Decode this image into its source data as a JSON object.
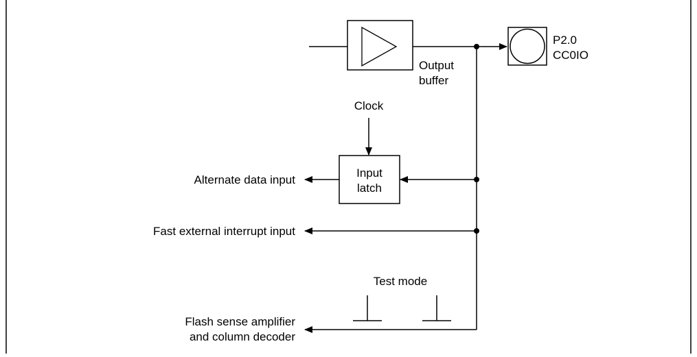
{
  "pin": {
    "line1": "P2.0",
    "line2": "CC0IO"
  },
  "output_buffer": {
    "line1": "Output",
    "line2": "buffer"
  },
  "clock": "Clock",
  "input_latch": {
    "line1": "Input",
    "line2": "latch"
  },
  "signals": {
    "alternate_data_input": "Alternate data input",
    "fast_external_interrupt_input": "Fast external interrupt input",
    "flash_line1": "Flash sense amplifier",
    "flash_line2": "and column decoder"
  },
  "test_mode": "Test mode"
}
